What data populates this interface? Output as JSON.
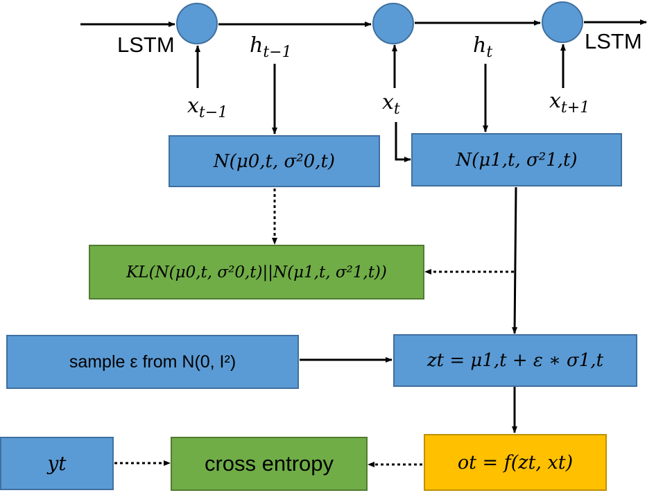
{
  "diagram": {
    "lstm_left": "LSTM",
    "lstm_right": "LSTM",
    "h_prev": "h",
    "h_prev_sub": "t−1",
    "h_curr": "h",
    "h_curr_sub": "t",
    "x_prev": "x",
    "x_prev_sub": "t−1",
    "x_curr": "x",
    "x_curr_sub": "t",
    "x_next": "x",
    "x_next_sub": "t+1",
    "prior_box": "N(μ0,t, σ²0,t)",
    "posterior_box": "N(μ1,t, σ²1,t)",
    "kl_box": "KL(N(μ0,t, σ²0,t)||N(μ1,t, σ²1,t))",
    "sample_box": "sample ε from N(0, I²)",
    "z_box": "zt = μ1,t + ε ∗ σ1,t",
    "y_box": "yt",
    "ce_box": "cross entropy",
    "o_box": "ot = f(zt, xt)"
  }
}
